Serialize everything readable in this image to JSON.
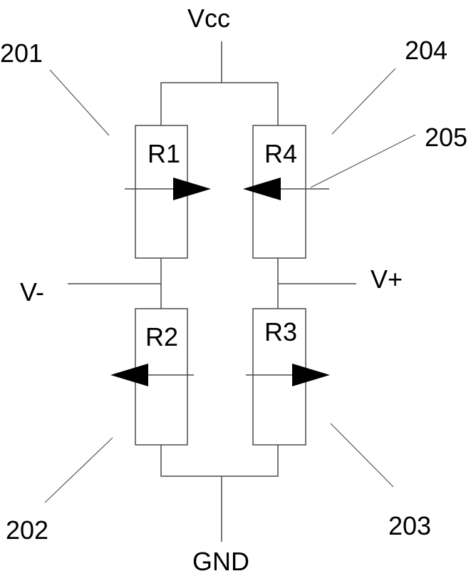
{
  "nodes": {
    "vcc": "Vcc",
    "gnd": "GND",
    "v_minus": "V-",
    "v_plus": "V+"
  },
  "resistors": {
    "r1": "R1",
    "r2": "R2",
    "r3": "R3",
    "r4": "R4"
  },
  "callouts": {
    "c201": "201",
    "c202": "202",
    "c203": "203",
    "c204": "204",
    "c205": "205"
  }
}
